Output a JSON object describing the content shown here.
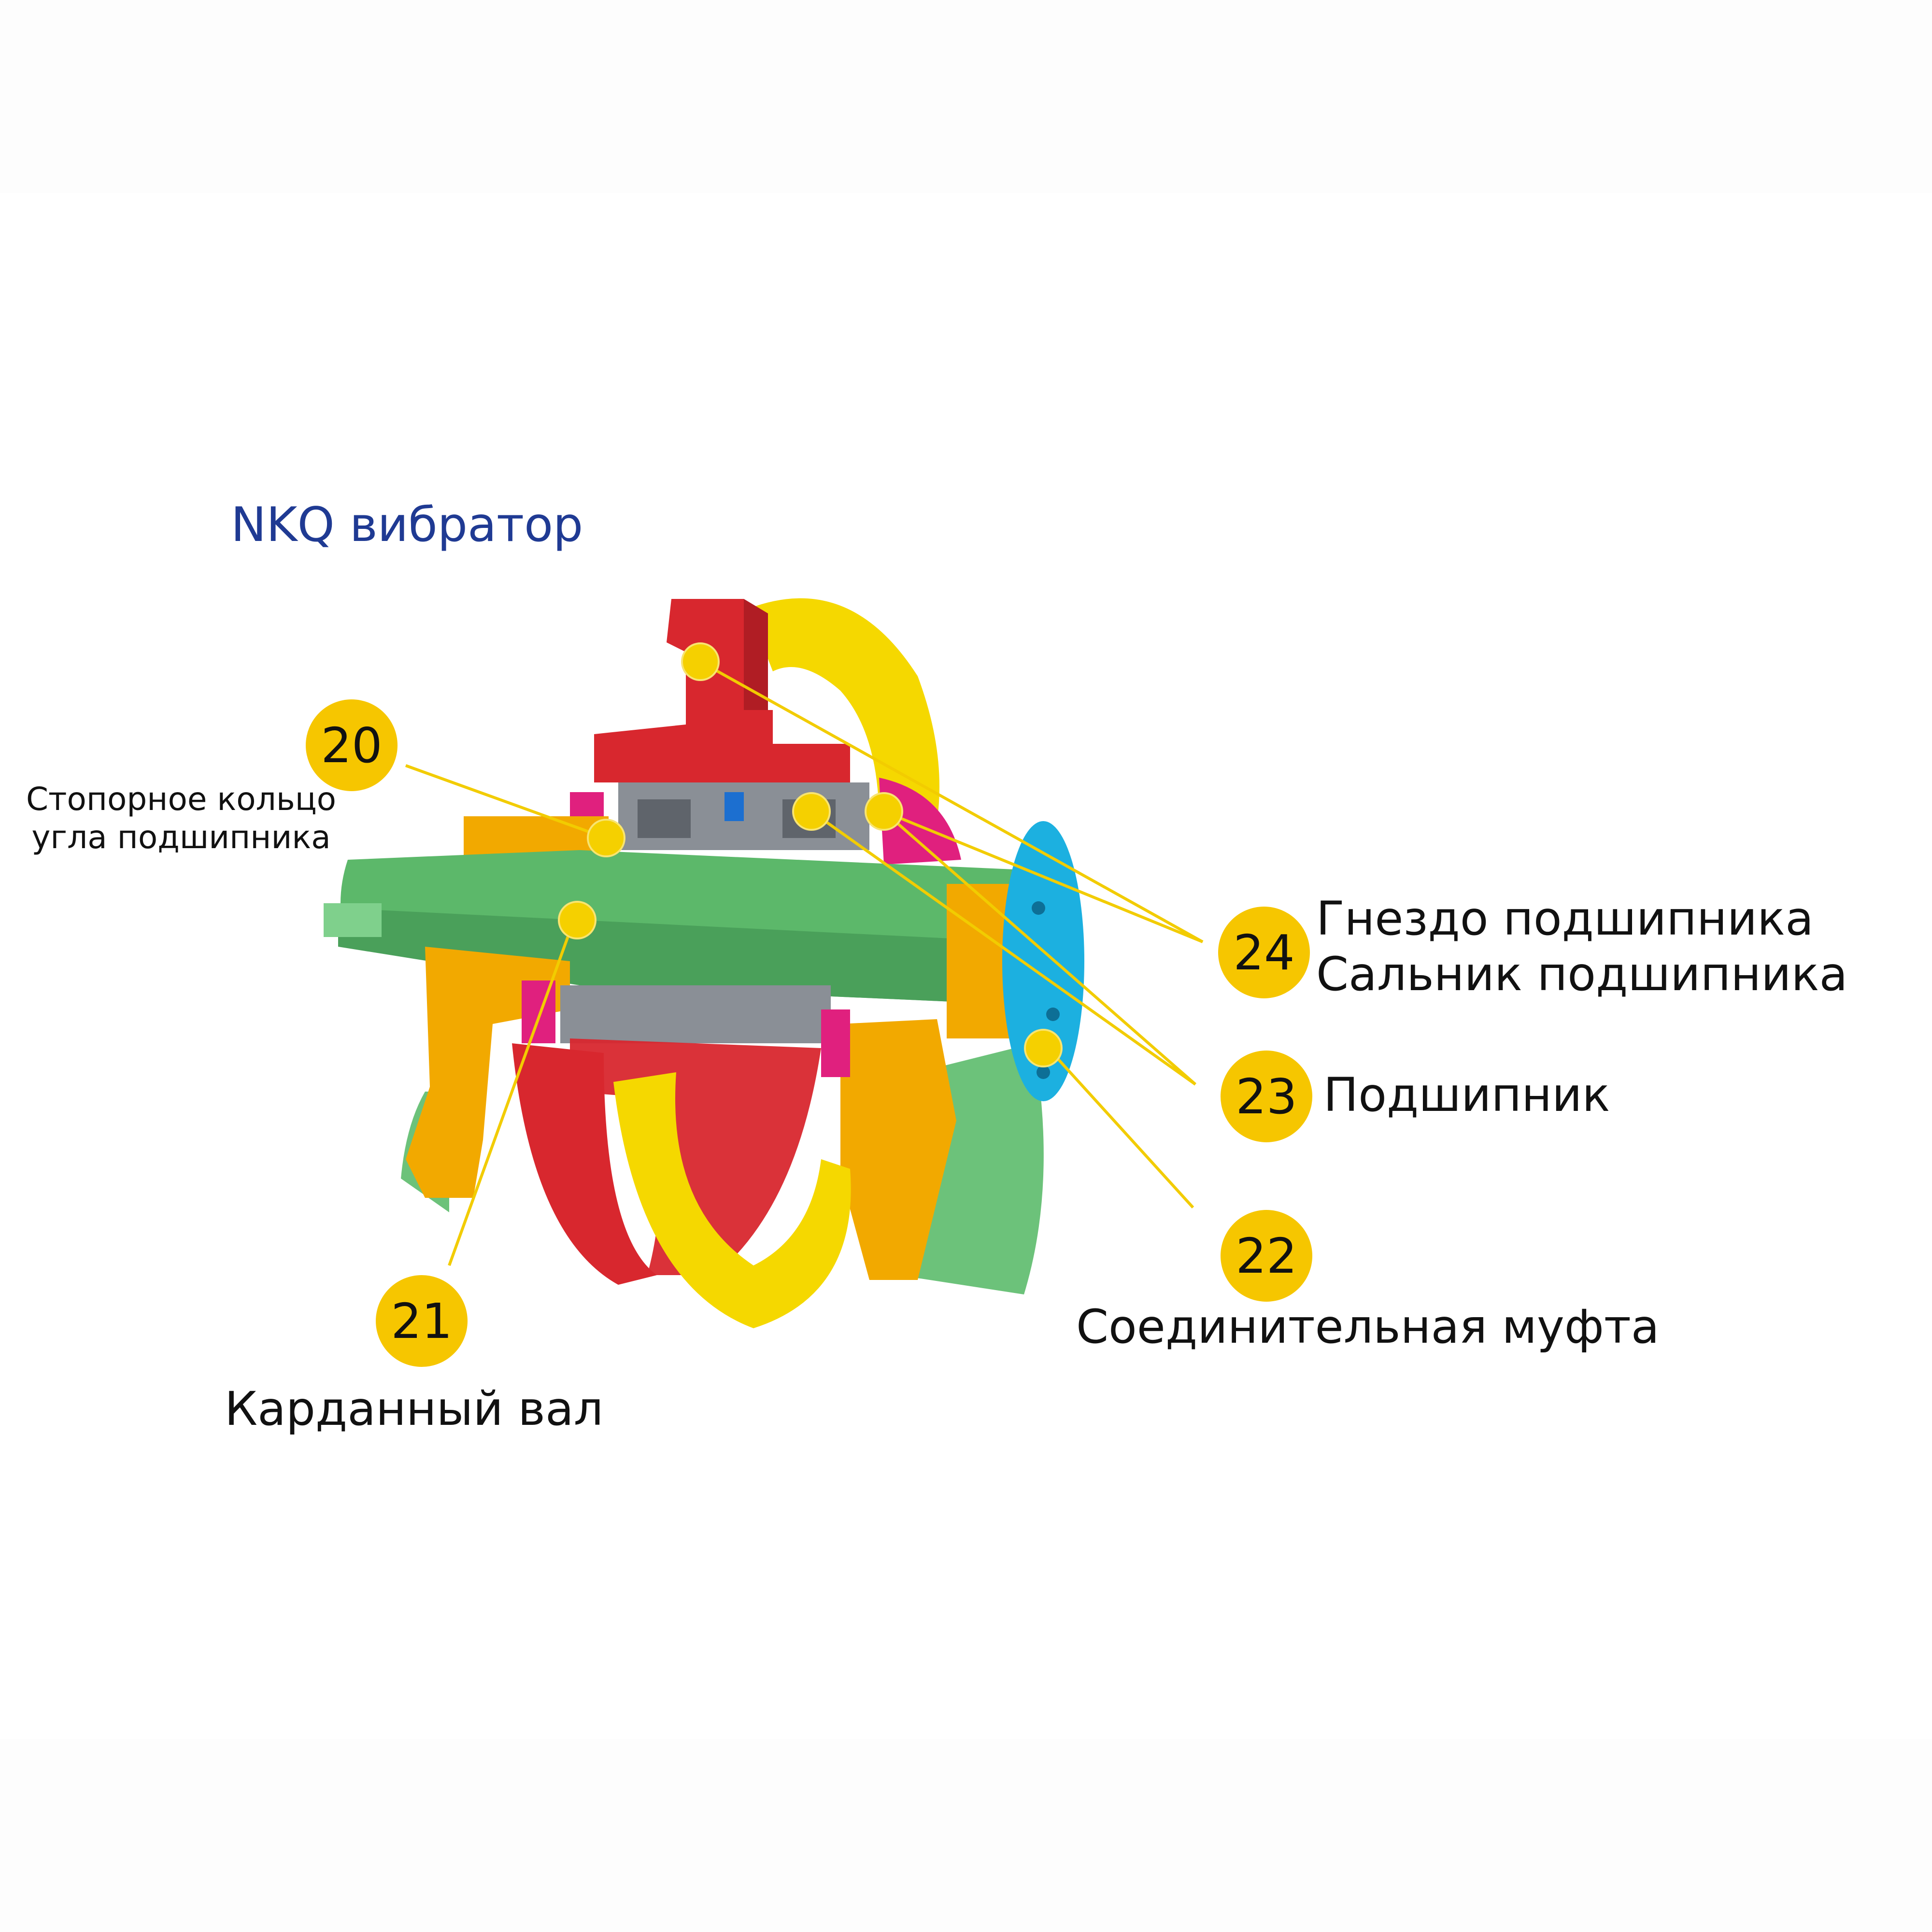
{
  "title": "NKQ вибратор",
  "callouts": [
    {
      "number": "20",
      "lines": [
        "Стопорное кольцо",
        "угла подшипника"
      ]
    },
    {
      "number": "21",
      "lines": [
        "Карданный вал"
      ]
    },
    {
      "number": "22",
      "lines": [
        "Соединительная муфта"
      ]
    },
    {
      "number": "23",
      "lines": [
        "Подшипник"
      ]
    },
    {
      "number": "24",
      "lines": [
        "Гнездо подшипника",
        "Сальник подшипника"
      ]
    }
  ],
  "colors": {
    "title": "#1f3a93",
    "badge": "#f6c600",
    "leader": "#f2cc00",
    "yellow_part": "#f5d800",
    "orange_part": "#f2a900",
    "red_part": "#d8272e",
    "green_shaft": "#5cb86a",
    "pink_part": "#e0207e",
    "blue_part": "#1cb0e0",
    "grey_part": "#8a8f96"
  }
}
